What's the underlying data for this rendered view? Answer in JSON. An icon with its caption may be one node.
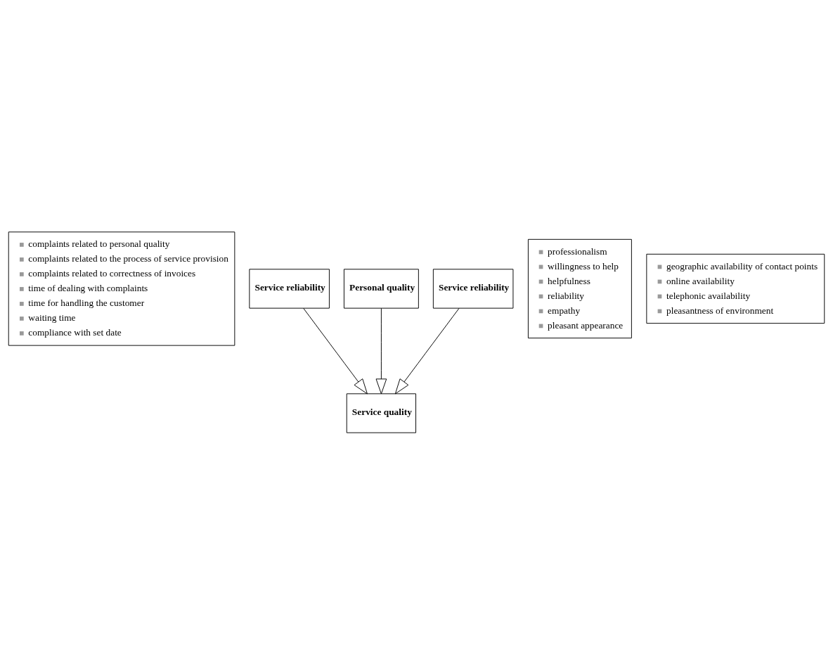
{
  "diagram": {
    "nodes": [
      {
        "text": [
          "complaints related to personal quality",
          "complaints related to the process of service provision",
          "complaints related to correctness of invoices",
          "time of dealing with complaints",
          "time for handling the customer",
          "waiting time",
          "compliance with set date"
        ]
      },
      {
        "text": [
          "Service reliability"
        ]
      },
      {
        "text": [
          "Personal quality"
        ]
      },
      {
        "text": [
          "professionalism",
          "willingness to help",
          "helpfulness",
          "reliability",
          "empathy",
          "pleasant appearance"
        ]
      },
      {
        "text": [
          "Service quality"
        ]
      },
      {
        "text": [
          "Service reliability"
        ]
      },
      {
        "text": [
          "geographic availability of contact points",
          "online availability",
          "telephonic availability",
          "pleasantness of environment"
        ]
      }
    ],
    "edges": [
      {
        "from": 1,
        "to": 4,
        "arrow": "to"
      },
      {
        "from": 2,
        "to": 4,
        "arrow": "to"
      },
      {
        "from": 5,
        "to": 4,
        "arrow": "to"
      }
    ]
  }
}
